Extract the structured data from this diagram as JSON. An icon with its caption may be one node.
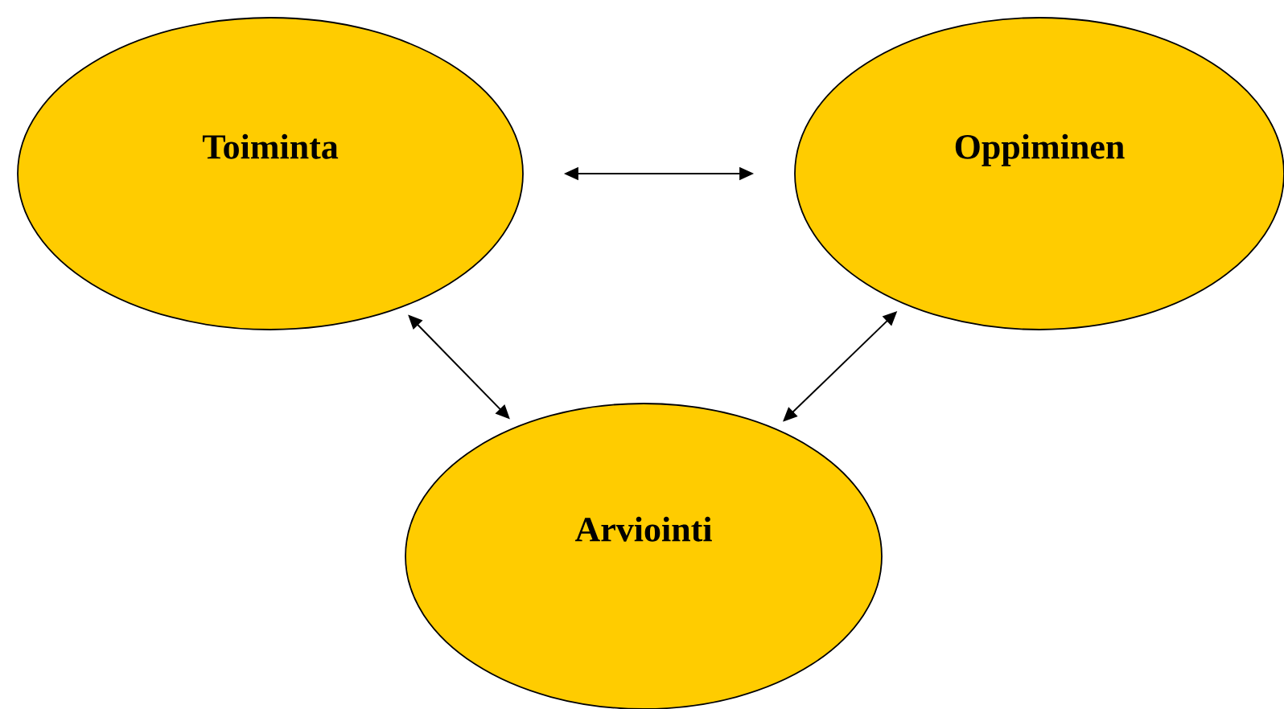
{
  "diagram": {
    "nodes": [
      {
        "text": [
          "Toiminta"
        ]
      },
      {
        "text": [
          "Oppiminen"
        ]
      },
      {
        "text": [
          "Arviointi"
        ]
      }
    ],
    "edges": [
      {
        "from": 0,
        "to": 1,
        "arrow": "both"
      },
      {
        "from": 0,
        "to": 2,
        "arrow": "both"
      },
      {
        "from": 1,
        "to": 2,
        "arrow": "both"
      }
    ]
  }
}
